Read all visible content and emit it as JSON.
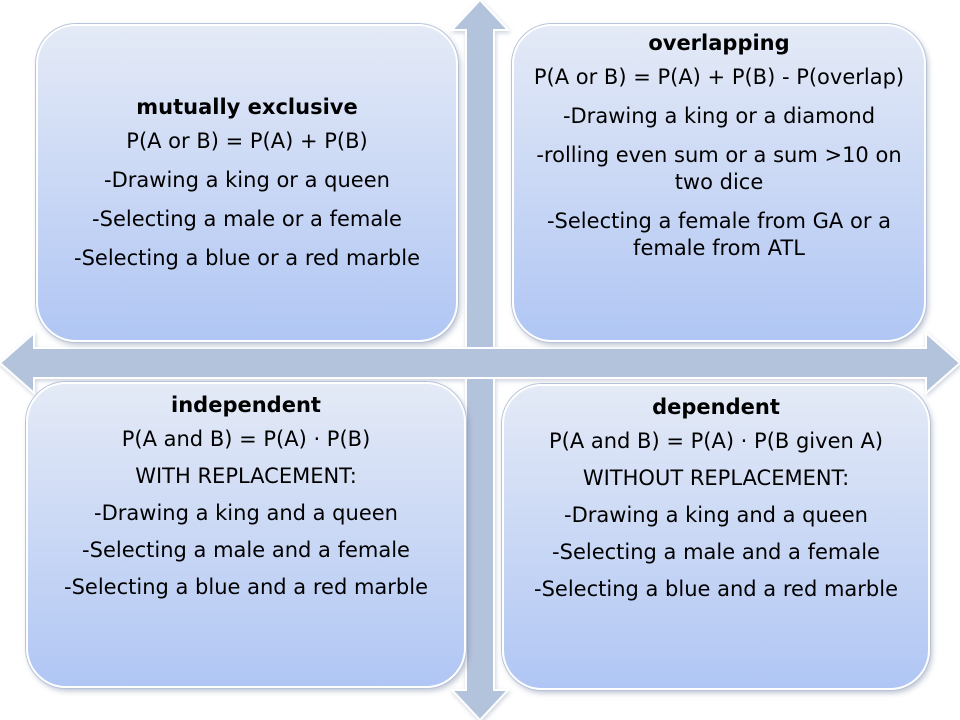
{
  "diagram": {
    "quadrants": [
      {
        "id": "top-left",
        "title": "mutually exclusive",
        "lines": [
          "P(A or B) = P(A) + P(B)",
          "-Drawing a king or a queen",
          "-Selecting a male or a female",
          "-Selecting a blue or a red marble"
        ]
      },
      {
        "id": "top-right",
        "title": "overlapping",
        "lines": [
          "P(A or B) = P(A) + P(B) - P(overlap)",
          "-Drawing a king or a diamond",
          "-rolling even sum or a sum >10 on two dice",
          "-Selecting a female from GA or a female from ATL"
        ]
      },
      {
        "id": "bottom-left",
        "title": "independent",
        "lines": [
          "P(A and B) = P(A) · P(B)",
          "WITH REPLACEMENT:",
          "-Drawing a king and a queen",
          "-Selecting a male and a female",
          "-Selecting a blue and a red marble"
        ]
      },
      {
        "id": "bottom-right",
        "title": "dependent",
        "lines": [
          "P(A and B) = P(A) · P(B given A)",
          "WITHOUT REPLACEMENT:",
          "-Drawing a king and a queen",
          "-Selecting a male and a female",
          "-Selecting a blue and a red marble"
        ]
      }
    ],
    "colors": {
      "arrow": "#b4c3dc",
      "arrow_outline": "#ffffff",
      "box_top": "#e4eaf6",
      "box_bottom": "#b0c6f4"
    }
  }
}
